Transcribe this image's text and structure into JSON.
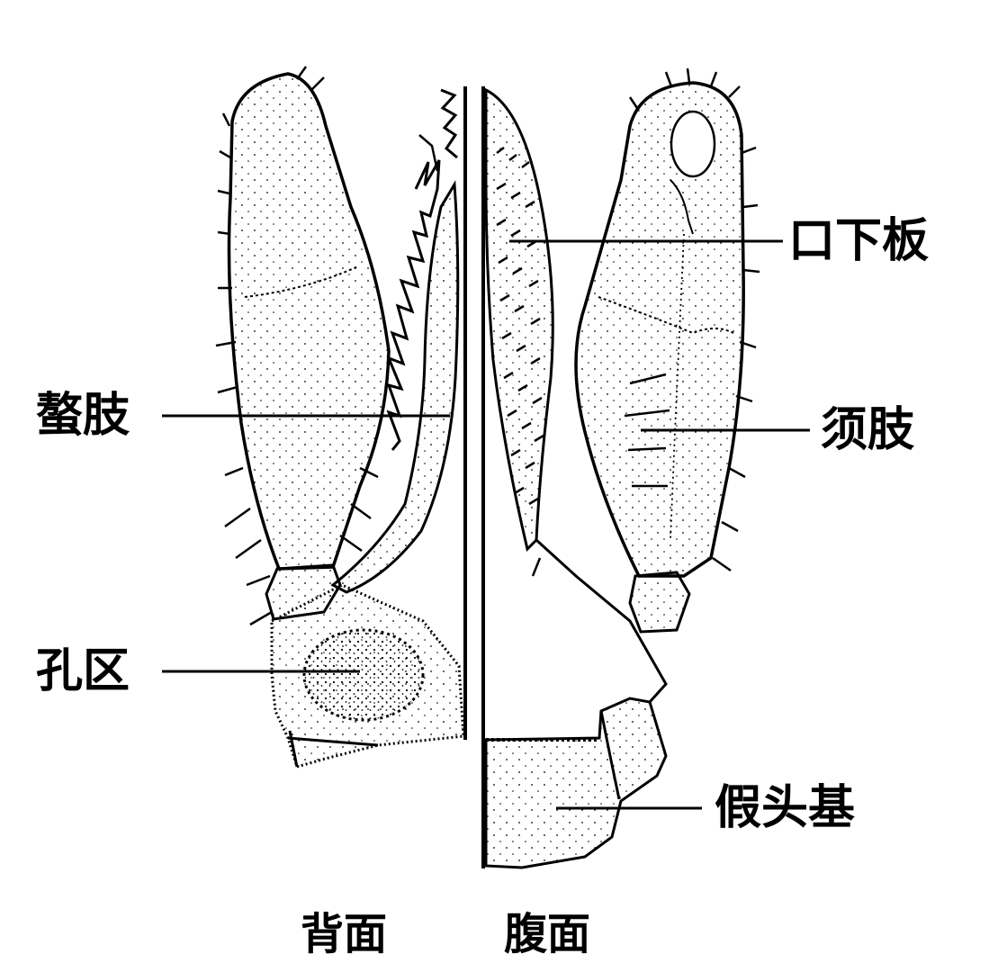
{
  "labels": {
    "chelicera": "螯肢",
    "hypostome": "口下板",
    "palp": "须肢",
    "porose_area": "孔区",
    "basis_capituli": "假头基"
  },
  "captions": {
    "dorsal": "背面",
    "ventral": "腹面"
  },
  "colors": {
    "ink": "#000000",
    "paper": "#ffffff"
  }
}
